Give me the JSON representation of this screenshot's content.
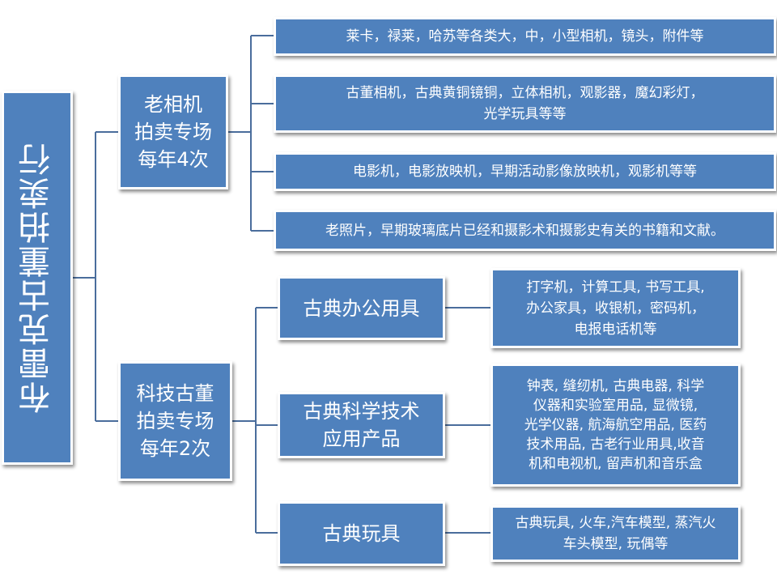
{
  "root": {
    "title": "布雷克古董拍卖行"
  },
  "branches": [
    {
      "title": "老相机\n拍卖专场\n每年4次",
      "items": [
        "莱卡，禄莱，哈苏等各类大，中，小型相机，镜头，附件等",
        "古董相机，古典黄铜镜铜，立体相机，观影器，魔幻彩灯，\n光学玩具等等",
        "电影机，电影放映机，早期活动影像放映机，观影机等等",
        "老照片，早期玻璃底片已经和摄影术和摄影史有关的书籍和文献。"
      ]
    },
    {
      "title": "科技古董\n拍卖专场\n每年2次",
      "categories": [
        {
          "title": "古典办公用具",
          "detail": "打字机，计算工具, 书写工具,\n办公家具，收银机，密码机，\n电报电话机等"
        },
        {
          "title": "古典科学技术\n应用产品",
          "detail": "钟表, 缝纫机, 古典电器, 科学\n仪器和实验室用品, 显微镜,\n光学仪器, 航海航空用品, 医药\n技术用品, 古老行业用具,收音\n机和电视机, 留声机和音乐盒"
        },
        {
          "title": "古典玩具",
          "detail": "古典玩具, 火车,汽车模型, 蒸汽火\n车头模型, 玩偶等"
        }
      ]
    }
  ],
  "colors": {
    "box_fill": "#4f81bd",
    "connector": "#4a6d9c",
    "text": "#ffffff"
  }
}
